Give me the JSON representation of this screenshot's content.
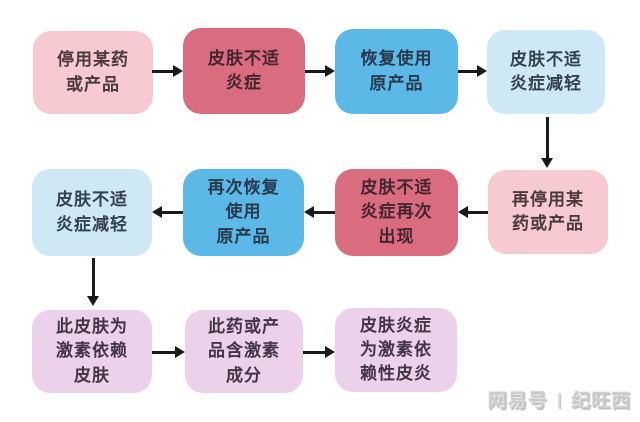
{
  "colors": {
    "pink": "#f7cad1",
    "red": "#d96d7f",
    "blue": "#5cb9e7",
    "light_blue": "#cfe8f5",
    "purple": "#ebd1ea",
    "arrow": "#1a1a1a",
    "watermark": "#cbcbcb"
  },
  "boxes": {
    "r1b1": {
      "label": "停用某药\n或产品"
    },
    "r1b2": {
      "label": "皮肤不适\n炎症"
    },
    "r1b3": {
      "label": "恢复使用\n原产品"
    },
    "r1b4": {
      "label": "皮肤不适\n炎症减轻"
    },
    "r2b1": {
      "label": "再停用某\n药或产品"
    },
    "r2b2": {
      "label": "皮肤不适\n炎症再次\n出现"
    },
    "r2b3": {
      "label": "再次恢复\n使用\n原产品"
    },
    "r2b4": {
      "label": "皮肤不适\n炎症减轻"
    },
    "r3b1": {
      "label": "此皮肤为\n激素依赖\n皮肤"
    },
    "r3b2": {
      "label": "此药或产\n品含激素\n成分"
    },
    "r3b3": {
      "label": "皮肤炎症\n为激素依\n赖性皮炎"
    }
  },
  "watermark": {
    "brand": "网易号",
    "divider": "|",
    "author": "纪旺西"
  }
}
